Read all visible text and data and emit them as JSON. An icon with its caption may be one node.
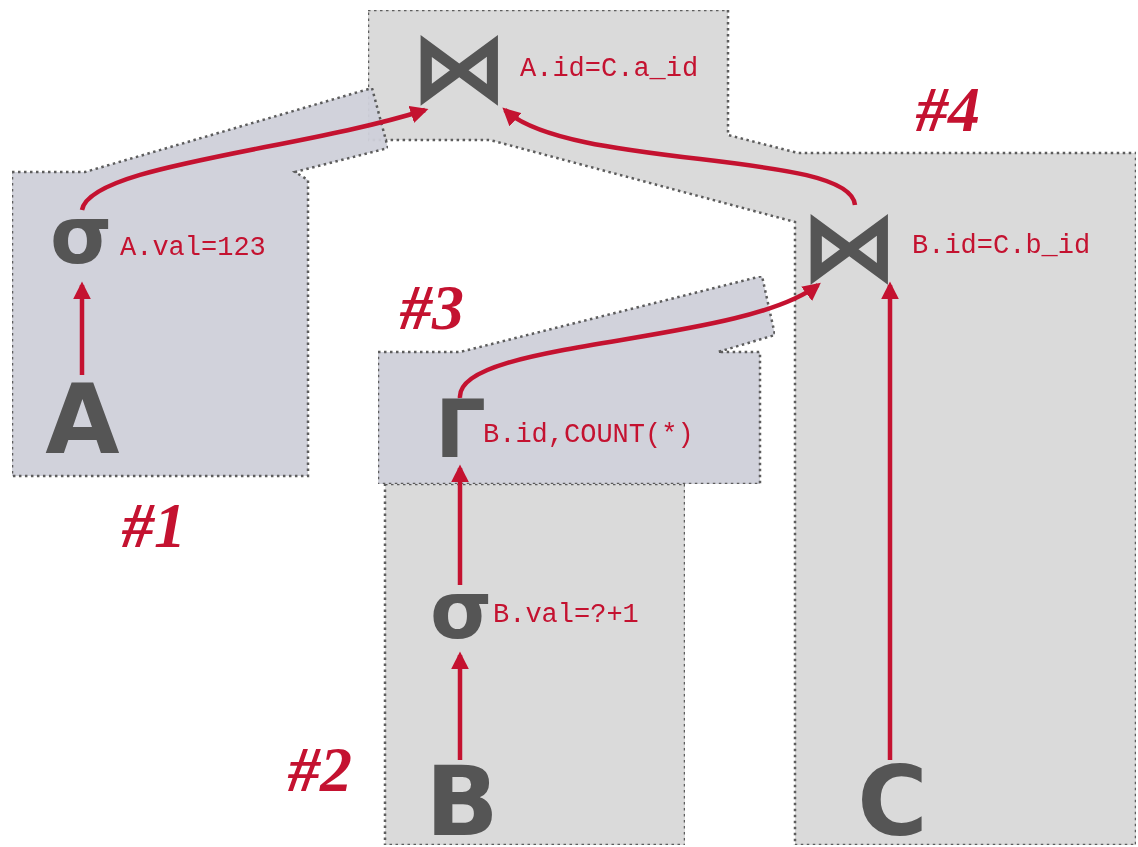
{
  "diagram": {
    "nodes": [
      {
        "text": [
          "#4"
        ]
      },
      {
        "text": [
          "#1"
        ]
      },
      {
        "text": [
          "#3"
        ]
      },
      {
        "text": [
          "#2"
        ]
      },
      {
        "text": [
          "⋈",
          "A.id=C.a_id"
        ],
        "in": 0
      },
      {
        "text": [
          "σ",
          "A.val=123"
        ],
        "in": 1
      },
      {
        "text": [
          "A"
        ],
        "in": 1
      },
      {
        "text": [
          "⋈",
          "B.id=C.b_id"
        ],
        "in": 0
      },
      {
        "text": [
          "Γ",
          "B.id,COUNT(*)"
        ],
        "in": 2
      },
      {
        "text": [
          "σ",
          "B.val=?+1"
        ],
        "in": 3
      },
      {
        "text": [
          "B"
        ],
        "in": 3
      },
      {
        "text": [
          "C"
        ],
        "in": 0
      }
    ],
    "edges": [
      {
        "from": 6,
        "to": 5,
        "arrow": "to"
      },
      {
        "from": 5,
        "to": 4,
        "arrow": "to"
      },
      {
        "from": 10,
        "to": 9,
        "arrow": "to"
      },
      {
        "from": 9,
        "to": 8,
        "arrow": "to"
      },
      {
        "from": 8,
        "to": 7,
        "arrow": "to"
      },
      {
        "from": 11,
        "to": 7,
        "arrow": "to"
      },
      {
        "from": 7,
        "to": 4,
        "arrow": "to"
      }
    ]
  }
}
